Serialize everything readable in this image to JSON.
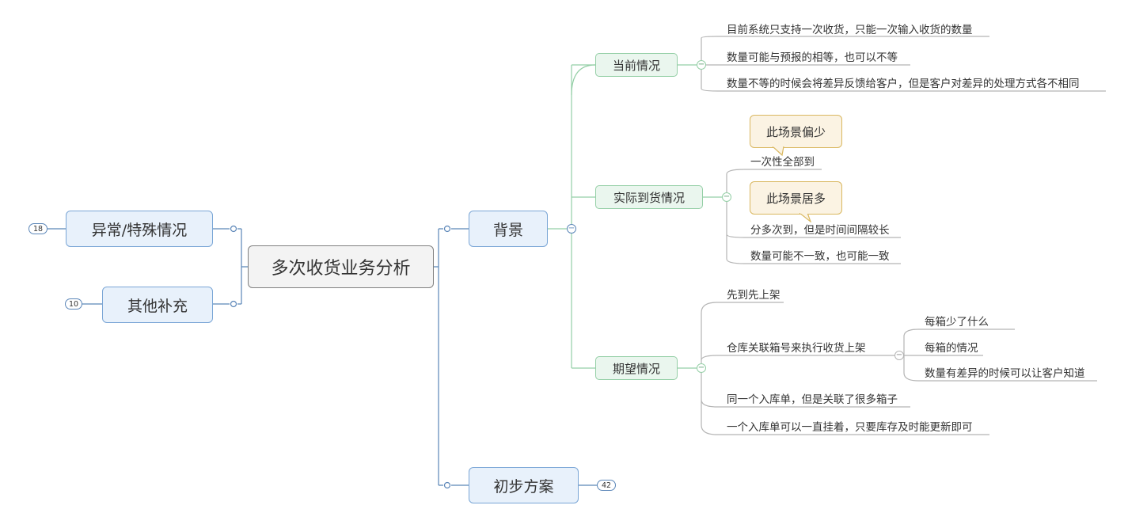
{
  "root": {
    "label": "多次收货业务分析"
  },
  "left": [
    {
      "label": "异常/特殊情况",
      "count": "18"
    },
    {
      "label": "其他补充",
      "count": "10"
    }
  ],
  "right": {
    "background": {
      "label": "背景",
      "current": {
        "label": "当前情况",
        "items": [
          "目前系统只支持一次收货，只能一次输入收货的数量",
          "数量可能与预报的相等，也可以不等",
          "数量不等的时候会将差异反馈给客户，但是客户对差异的处理方式各不相同"
        ]
      },
      "actual": {
        "label": "实际到货情况",
        "items": [
          {
            "text": "一次性全部到",
            "callout": "此场景偏少"
          },
          {
            "text": "分多次到，但是时间间隔较长",
            "callout": "此场景居多"
          },
          {
            "text": "数量可能不一致，也可能一致"
          }
        ]
      },
      "expected": {
        "label": "期望情况",
        "items": [
          {
            "text": "先到先上架"
          },
          {
            "text": "仓库关联箱号来执行收货上架",
            "children": [
              "每箱少了什么",
              "每箱的情况",
              "数量有差异的时候可以让客户知道"
            ]
          },
          {
            "text": "同一个入库单，但是关联了很多箱子"
          },
          {
            "text": "一个入库单可以一直挂着，只要库存及时能更新即可"
          }
        ]
      }
    },
    "plan": {
      "label": "初步方案",
      "count": "42"
    }
  },
  "collapse_symbol": "−",
  "colors": {
    "blue_line": "#5b86b8",
    "green_line": "#94cfa6",
    "leaf_line": "#b5b5b5"
  }
}
